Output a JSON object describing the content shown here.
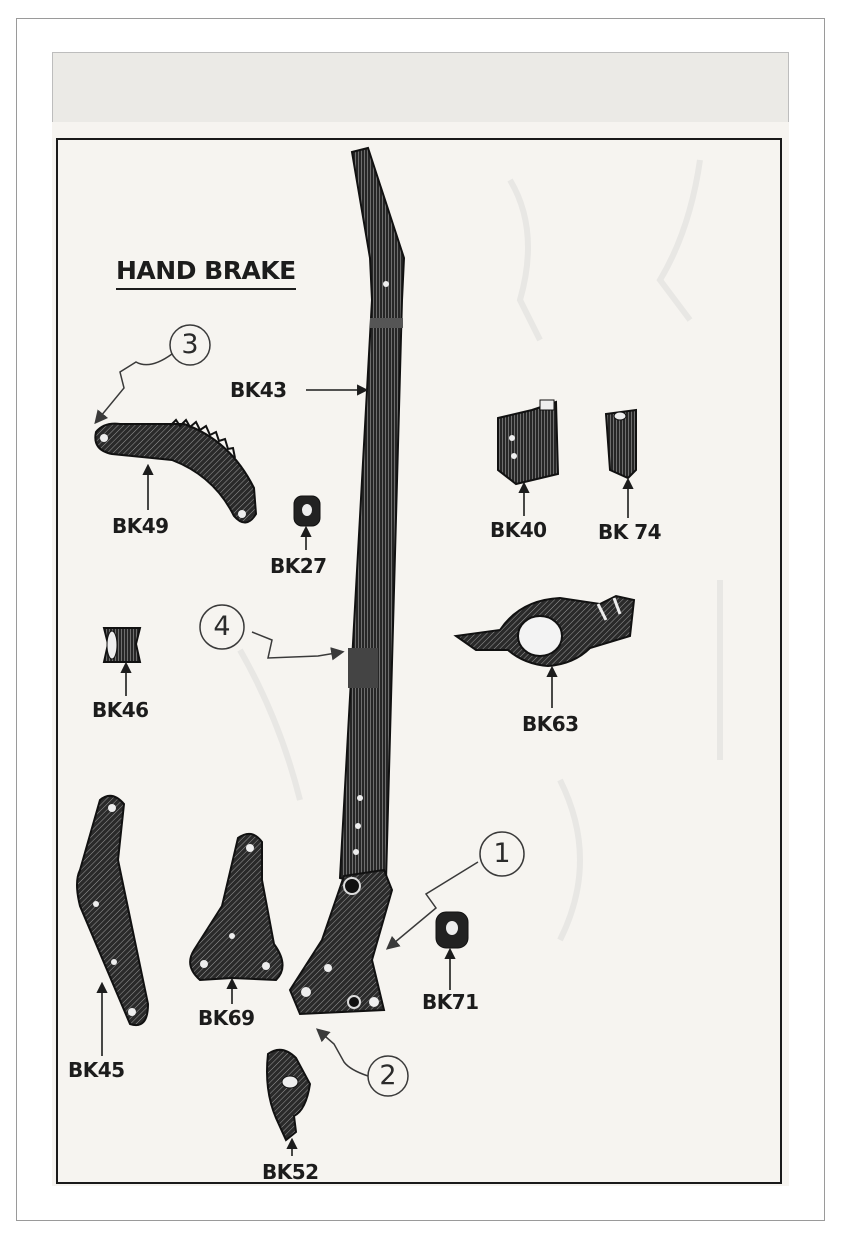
{
  "title": "HAND BRAKE",
  "parts": {
    "bk43": "BK43",
    "bk49": "BK49",
    "bk27": "BK27",
    "bk40": "BK40",
    "bk74": "BK 74",
    "bk46": "BK46",
    "bk63": "BK63",
    "bk45": "BK45",
    "bk69": "BK69",
    "bk71": "BK71",
    "bk52": "BK52"
  },
  "callouts": {
    "c1": "1",
    "c2": "2",
    "c3": "3",
    "c4": "4"
  }
}
